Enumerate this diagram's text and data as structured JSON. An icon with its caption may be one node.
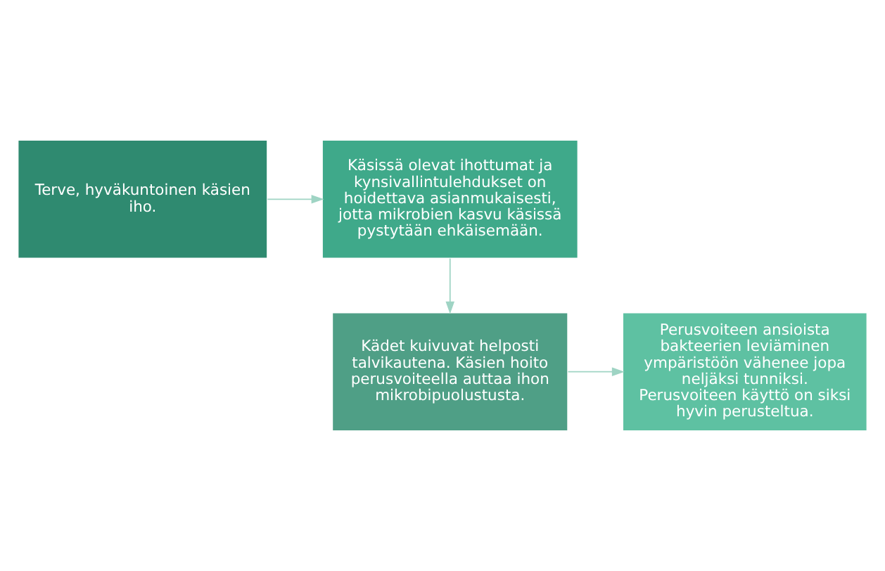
{
  "diagram": {
    "nodes": [
      {
        "text": [
          "Terve, hyväkuntoinen käsien iho."
        ]
      },
      {
        "text": [
          "Käsissä olevat ihottumat ja kynsivallintulehdukset on hoidettava asianmukaisesti, jotta mikrobien kasvu käsissä pystytään ehkäisemään."
        ]
      },
      {
        "text": [
          "Kädet kuivuvat helposti talvikautena. Käsien hoito perusvoiteella auttaa ihon mikrobipuolustusta."
        ]
      },
      {
        "text": [
          "Perusvoiteen ansioista bakteerien leviäminen ympäristöön vähenee jopa neljäksi tunniksi. Perusvoiteen käyttö on siksi hyvin perusteltua."
        ]
      }
    ],
    "edges": [
      {
        "from": 0,
        "to": 1,
        "arrow": "to"
      },
      {
        "from": 1,
        "to": 2,
        "arrow": "to"
      },
      {
        "from": 2,
        "to": 3,
        "arrow": "to"
      }
    ]
  }
}
